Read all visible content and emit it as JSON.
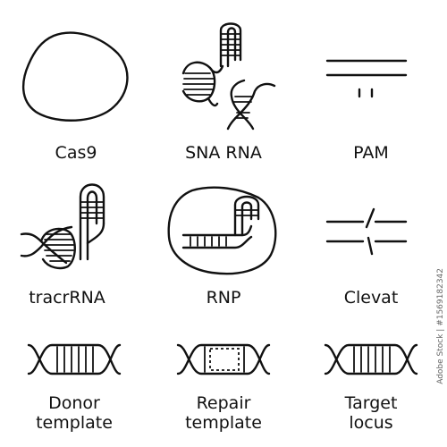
{
  "icons": [
    {
      "name": "cas9",
      "label": "Cas9"
    },
    {
      "name": "sna-rna",
      "label": "SNA RNA"
    },
    {
      "name": "pam",
      "label": "PAM"
    },
    {
      "name": "tracrrna",
      "label": "tracrRNA"
    },
    {
      "name": "rnp",
      "label": "RNP"
    },
    {
      "name": "clevat",
      "label": "Clevat"
    },
    {
      "name": "donor-template",
      "label": "Donor\ntemplate"
    },
    {
      "name": "repair-template",
      "label": "Repair\ntemplate"
    },
    {
      "name": "target-locus",
      "label": "Target\nlocus"
    }
  ],
  "watermark": "Adobe Stock | #1569182342",
  "colors": {
    "stroke": "#111111",
    "background": "#ffffff"
  }
}
